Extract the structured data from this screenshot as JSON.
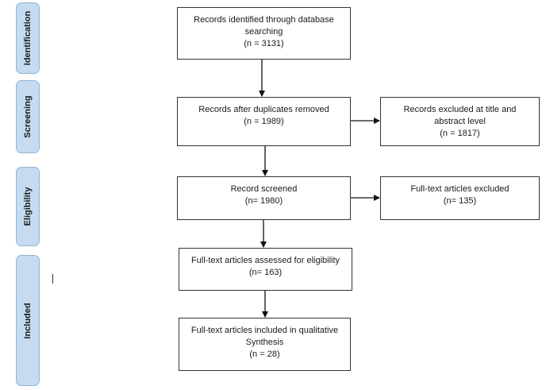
{
  "phases": [
    "Identification",
    "Screening",
    "Eligibility",
    "Included"
  ],
  "boxes": {
    "identified": [
      "Records identified through database",
      "searching",
      "(n = 3131)"
    ],
    "after_duplicates": [
      "Records after duplicates removed",
      "(n = 1989)"
    ],
    "excluded_title": [
      "Records excluded at title and",
      "abstract level",
      "(n = 1817)"
    ],
    "screened": [
      "Record screened",
      "(n= 1980)"
    ],
    "fulltext_excluded": [
      "Full-text articles excluded",
      "(n= 135)"
    ],
    "assessed": [
      "Full-text articles assessed for eligibility",
      "(n= 163)"
    ],
    "included": [
      "Full-text articles included in qualitative",
      "Synthesis",
      "(n = 28)"
    ]
  }
}
